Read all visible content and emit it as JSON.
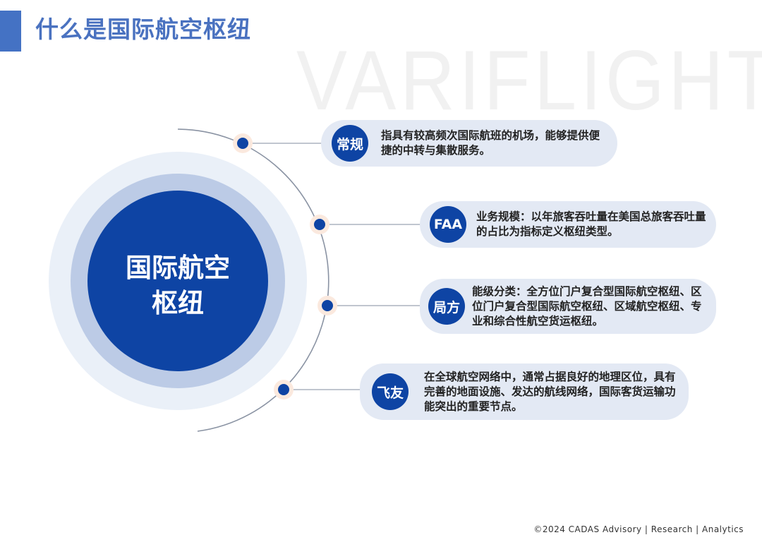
{
  "title": "什么是国际航空枢纽",
  "watermark": "VARIFLIGHT",
  "center": {
    "line1": "国际航空",
    "line2": "枢纽"
  },
  "items": [
    {
      "badge": "常规",
      "text": "指具有较高频次国际航班的机场，能够提供便捷的中转与集散服务。"
    },
    {
      "badge": "FAA",
      "text": "业务规模：以年旅客吞吐量在美国总旅客吞吐量的占比为指标定义枢纽类型。"
    },
    {
      "badge": "局方",
      "text": "能级分类：全方位门户复合型国际航空枢纽、区位门户复合型国际航空枢纽、区域航空枢纽、专业和综合性航空货运枢纽。"
    },
    {
      "badge": "飞友",
      "text": "在全球航空网络中，通常占据良好的地理区位，具有完善的地面设施、发达的航线网络，国际客货运输功能突出的重要节点。"
    }
  ],
  "footer": "©2024 CADAS Advisory | Research | Analytics"
}
